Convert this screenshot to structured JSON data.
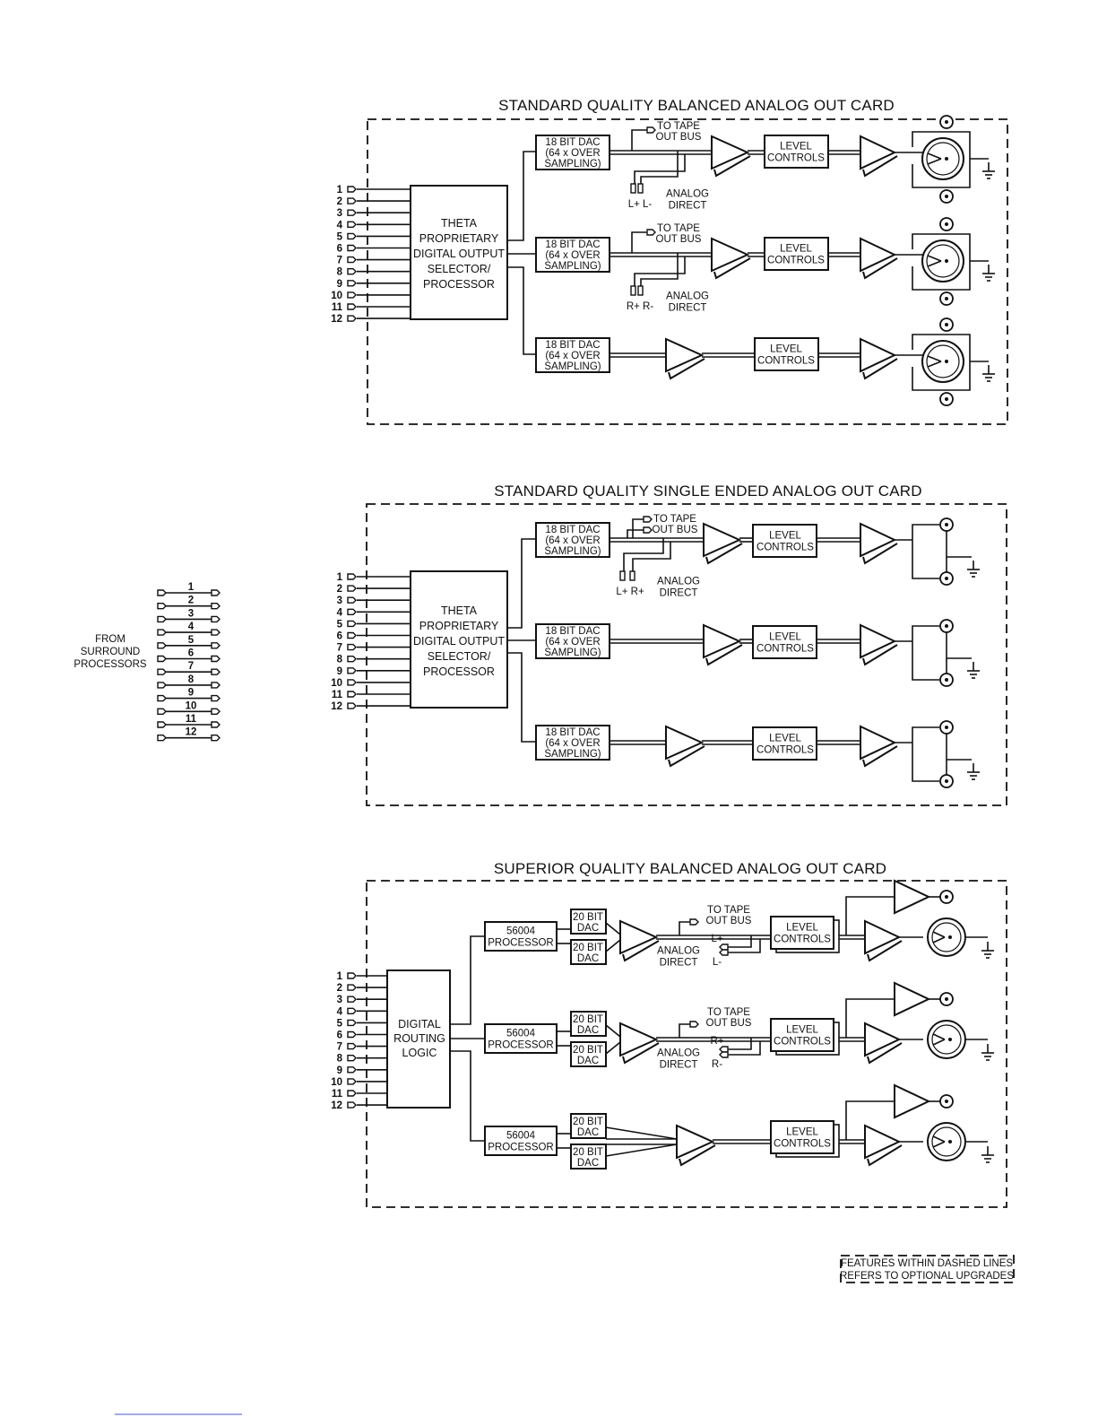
{
  "cards": [
    {
      "title": "STANDARD QUALITY BALANCED ANALOG OUT CARD",
      "processor_label": [
        "THETA",
        "PROPRIETARY",
        "DIGITAL OUTPUT",
        "SELECTOR/",
        "PROCESSOR"
      ],
      "dac_label": [
        "18 BIT DAC",
        "(64 x OVER",
        "SAMPLING)"
      ],
      "level_label": [
        "LEVEL",
        "CONTROLS"
      ],
      "tape_label": [
        "TO TAPE",
        "OUT BUS"
      ],
      "direct_label": [
        "ANALOG",
        "DIRECT"
      ],
      "direct_pins": [
        "L+ L-",
        "R+ R-"
      ],
      "inputs": [
        "1",
        "2",
        "3",
        "4",
        "5",
        "6",
        "7",
        "8",
        "9",
        "10",
        "11",
        "12"
      ]
    },
    {
      "title": "STANDARD QUALITY SINGLE ENDED ANALOG OUT CARD",
      "processor_label": [
        "THETA",
        "PROPRIETARY",
        "DIGITAL OUTPUT",
        "SELECTOR/",
        "PROCESSOR"
      ],
      "dac_label": [
        "18 BIT DAC",
        "(64 x OVER",
        "SAMPLING)"
      ],
      "level_label": [
        "LEVEL",
        "CONTROLS"
      ],
      "tape_label": [
        "TO TAPE",
        "OUT BUS"
      ],
      "direct_label": [
        "ANALOG",
        "DIRECT"
      ],
      "direct_pins": [
        "L+ R+"
      ],
      "inputs": [
        "1",
        "2",
        "3",
        "4",
        "5",
        "6",
        "7",
        "8",
        "9",
        "10",
        "11",
        "12"
      ]
    },
    {
      "title": "SUPERIOR QUALITY BALANCED ANALOG OUT CARD",
      "processor_label": [
        "DIGITAL",
        "ROUTING",
        "LOGIC"
      ],
      "proc56_label": [
        "56004",
        "PROCESSOR"
      ],
      "dac20_label": [
        "20 BIT",
        "DAC"
      ],
      "level_label": [
        "LEVEL",
        "CONTROLS"
      ],
      "tape_label": [
        "TO TAPE",
        "OUT BUS"
      ],
      "direct_label": [
        "ANALOG",
        "DIRECT"
      ],
      "direct_pins": [
        [
          "L+",
          "L-"
        ],
        [
          "R+",
          "R-"
        ]
      ],
      "inputs": [
        "1",
        "2",
        "3",
        "4",
        "5",
        "6",
        "7",
        "8",
        "9",
        "10",
        "11",
        "12"
      ]
    }
  ],
  "surround": {
    "label": [
      "FROM",
      "SURROUND",
      "PROCESSORS"
    ],
    "channels": [
      "1",
      "2",
      "3",
      "4",
      "5",
      "6",
      "7",
      "8",
      "9",
      "10",
      "11",
      "12"
    ]
  },
  "note": [
    "FEATURES WITHIN DASHED LINES",
    "REFERS TO OPTIONAL UPGRADES"
  ]
}
